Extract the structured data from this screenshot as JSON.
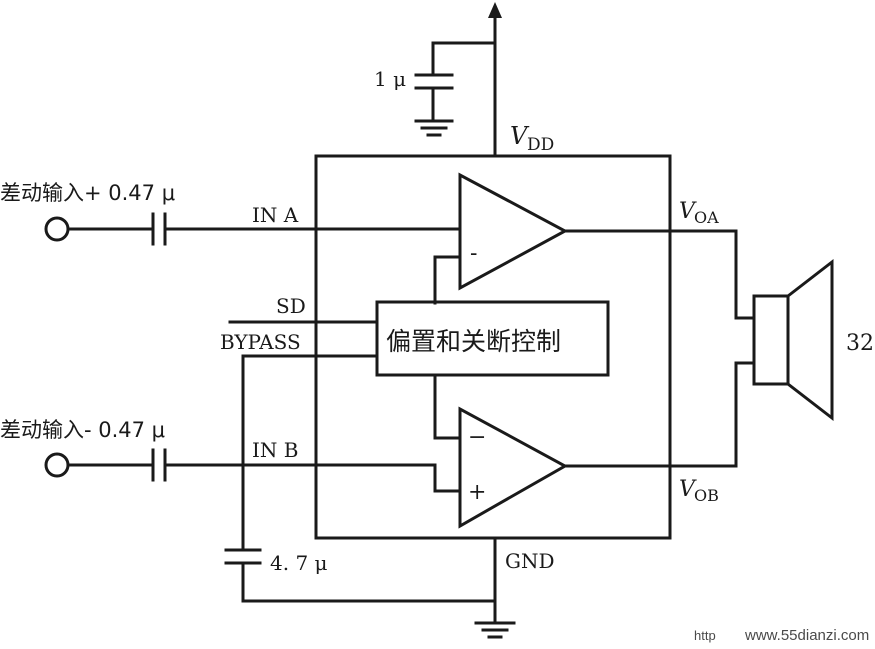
{
  "labels": {
    "vdd_v": "V",
    "vdd_sub": "DD",
    "cap_supply": "1 μ",
    "in_plus_text": "差动输入+ 0.47 μ",
    "in_a": "IN  A",
    "in_b": "IN  B",
    "in_minus_text": "差动输入- 0.47 μ",
    "sd": "SD",
    "bypass": "BYPASS",
    "control_block": "偏置和关断控制",
    "voa_v": "V",
    "voa_sub": "OA",
    "vob_v": "V",
    "vob_sub": "OB",
    "load": "32",
    "cap_bypass": "4. 7 μ",
    "gnd": "GND",
    "amp_a_minus": "-",
    "amp_b_minus": "−",
    "amp_b_plus": "+",
    "watermark_left": "http",
    "watermark_right": "www.55dianzi.com"
  },
  "icons": {
    "supply_arrow": "arrow-up-icon",
    "ground": "ground-icon",
    "speaker": "speaker-icon",
    "terminal": "open-circle-terminal-icon"
  },
  "colors": {
    "line": "#1a1a1a",
    "background": "#ffffff"
  }
}
